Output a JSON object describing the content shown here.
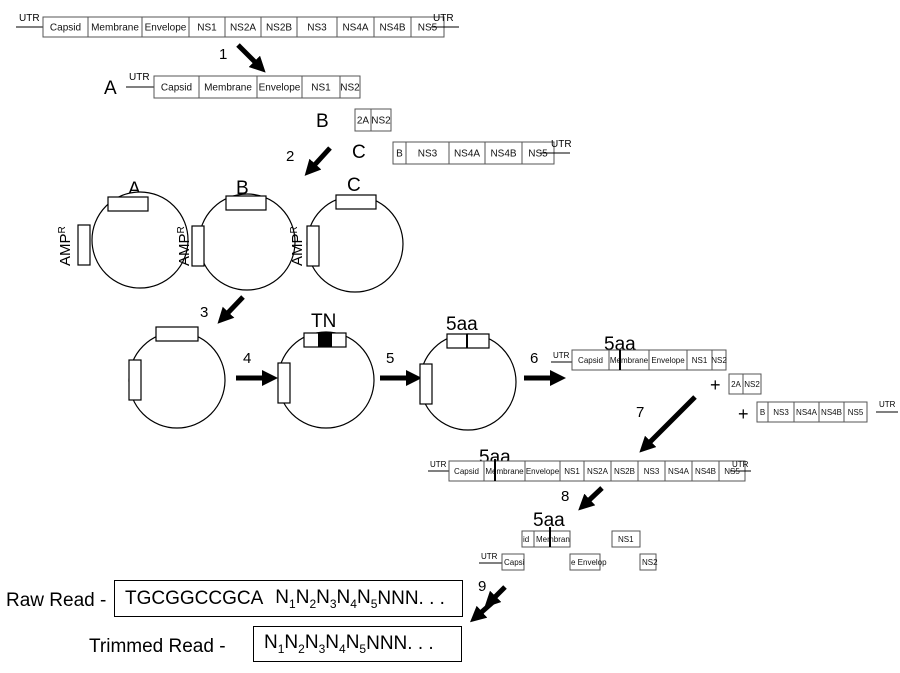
{
  "utr": "UTR",
  "genes": [
    "Capsid",
    "Membrane",
    "Envelope",
    "NS1",
    "NS2A",
    "NS2B",
    "NS3",
    "NS4A",
    "NS4B",
    "NS5"
  ],
  "fragments": {
    "a": {
      "label": "A",
      "genes": [
        "Capsid",
        "Membrane",
        "Envelope",
        "NS1",
        "NS2"
      ]
    },
    "b": {
      "label": "B",
      "genes": [
        "2A",
        "NS2"
      ]
    },
    "c": {
      "label": "C",
      "genes": [
        "B",
        "NS3",
        "NS4A",
        "NS4B",
        "NS5"
      ]
    }
  },
  "plasmids": {
    "labels": [
      "A",
      "B",
      "C"
    ],
    "resistance": "AMPR",
    "resistance_base": "AMP",
    "resistance_sup": "R"
  },
  "steps": [
    "1",
    "2",
    "3",
    "4",
    "5",
    "6",
    "7",
    "8",
    "9"
  ],
  "insert_labels": {
    "tn": "TN",
    "aa": "5aa"
  },
  "partial_row": {
    "top": [
      "id",
      "Membran",
      "NS1"
    ],
    "bottom": [
      "Capsi",
      "e Envelop",
      "NS2"
    ]
  },
  "plus": "+",
  "reads": {
    "raw": {
      "label": "Raw Read -",
      "prefix": "TGCGGCCGCA",
      "n_base": "N",
      "n_subs": [
        "1",
        "2",
        "3",
        "4",
        "5"
      ],
      "suffix": "NNN. . ."
    },
    "trimmed": {
      "label": "Trimmed Read -",
      "n_base": "N",
      "n_subs": [
        "1",
        "2",
        "3",
        "4",
        "5"
      ],
      "suffix": "NNN. . ."
    }
  }
}
